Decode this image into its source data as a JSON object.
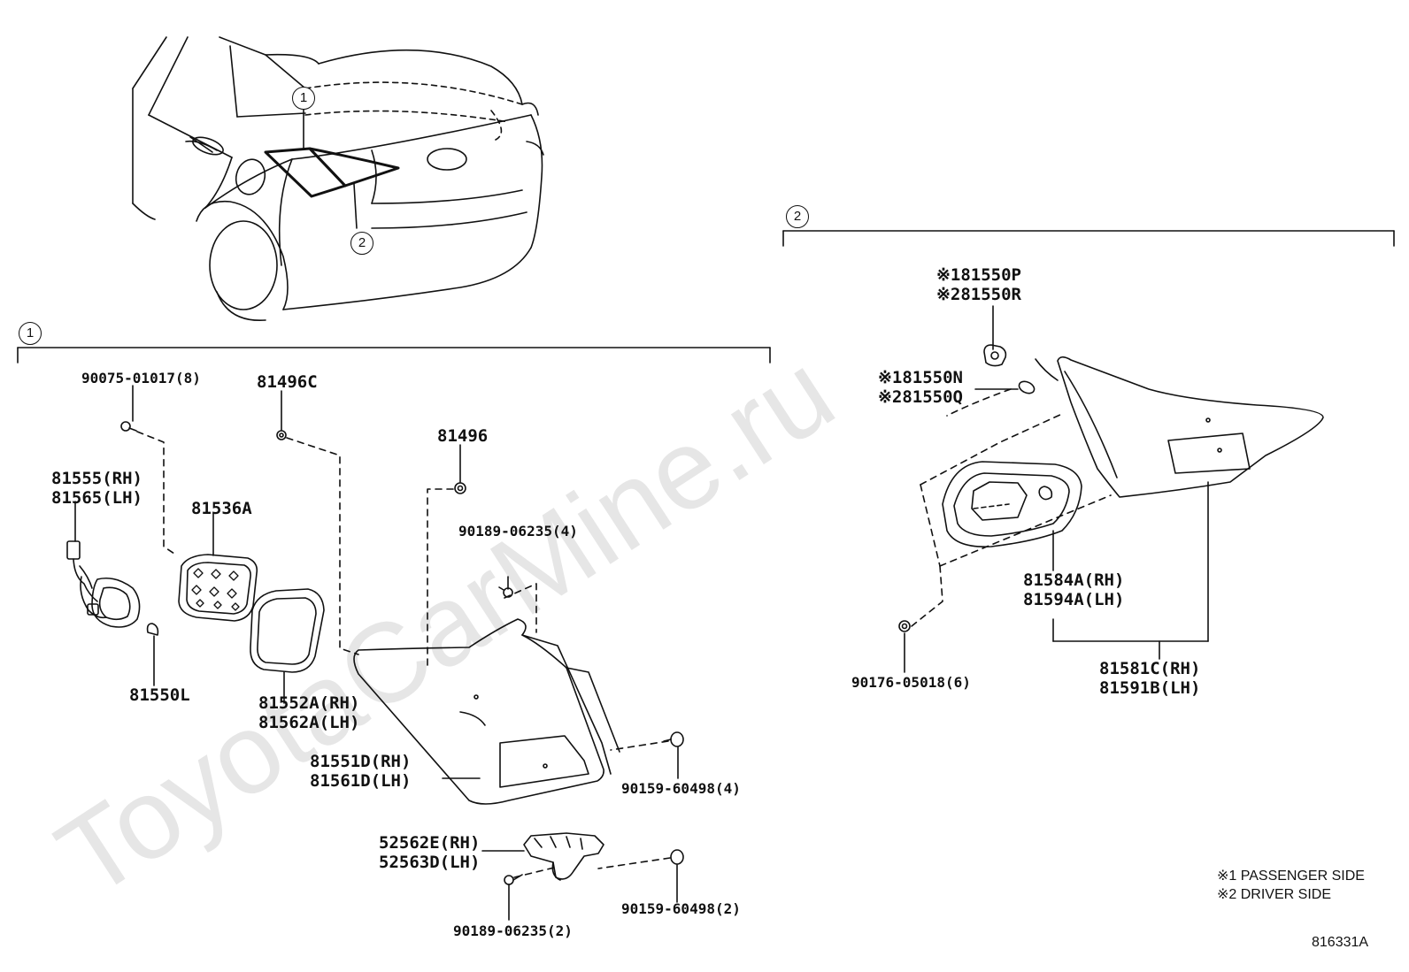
{
  "watermark": "ToyotaCarMine.ru",
  "callouts": {
    "car_1": "1",
    "car_2": "2",
    "section1": "1",
    "section2": "2"
  },
  "section1": {
    "parts": {
      "p90075": "90075-01017(8)",
      "p81496c": "81496C",
      "p81496": "81496",
      "p81555": "81555(RH)",
      "p81565": "81565(LH)",
      "p81536a": "81536A",
      "p90189a": "90189-06235(4)",
      "p81550l": "81550L",
      "p81552a": "81552A(RH)",
      "p81562a": "81562A(LH)",
      "p81551d": "81551D(RH)",
      "p81561d": "81561D(LH)",
      "p90159a": "90159-60498(4)",
      "p52562e": "52562E(RH)",
      "p52563d": "52563D(LH)",
      "p90159b": "90159-60498(2)",
      "p90189b": "90189-06235(2)"
    }
  },
  "section2": {
    "parts": {
      "p81550p": "※181550P",
      "p81550r": "※281550R",
      "p81550n": "※181550N",
      "p81550q": "※281550Q",
      "p81584a": "81584A(RH)",
      "p81594a": "81594A(LH)",
      "p81581c": "81581C(RH)",
      "p81591b": "81591B(LH)",
      "p90176": "90176-05018(6)"
    }
  },
  "notes": {
    "note1": "※1 PASSENGER SIDE",
    "note2": "※2 DRIVER SIDE"
  },
  "diagram_code": "816331A"
}
